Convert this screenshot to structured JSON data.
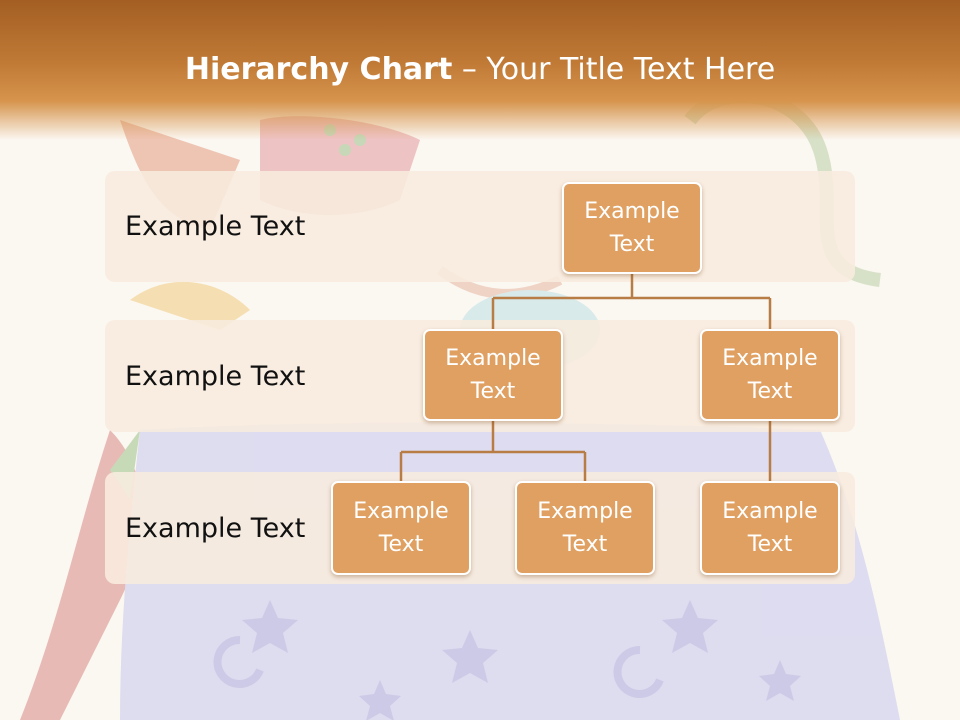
{
  "slide": {
    "title_bold": "Hierarchy Chart",
    "title_sep": " – ",
    "title_rest": "Your Title Text Here"
  },
  "levels": [
    {
      "label": "Example Text"
    },
    {
      "label": "Example Text"
    },
    {
      "label": "Example Text"
    }
  ],
  "nodes": {
    "root": "Example Text",
    "level2_left": "Example Text",
    "level2_right": "Example Text",
    "level3_a": "Example Text",
    "level3_b": "Example Text",
    "level3_c": "Example Text"
  },
  "colors": {
    "title_bar": "#b86f2e",
    "node_fill": "#dfa062",
    "connector": "#b87d44",
    "band": "#f8ecde"
  }
}
